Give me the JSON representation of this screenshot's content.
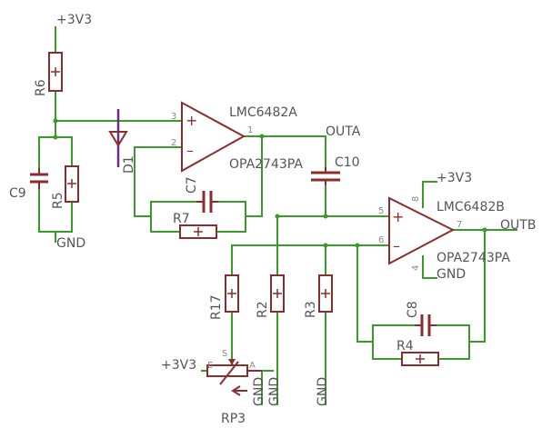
{
  "labels": {
    "vcc_top": "+3V3",
    "r6": "R6",
    "r5": "R5",
    "c9": "C9",
    "gnd_left": "GND",
    "d1": "D1",
    "opa_a_part": "LMC6482A",
    "opa_a_value": "OPA2743PA",
    "outa": "OUTA",
    "c7": "C7",
    "r7": "R7",
    "c10": "C10",
    "vcc_right": "+3V3",
    "opa_b_part": "LMC6482B",
    "opa_b_value": "OPA2743PA",
    "outb": "OUTB",
    "gnd_opb": "GND",
    "r17": "R17",
    "r2": "R2",
    "r3": "R3",
    "c8": "C8",
    "r4": "R4",
    "vcc_rp3": "+3V3",
    "rp3_s": "S",
    "rp3_e": "E",
    "rp3_a": "A",
    "rp3": "RP3",
    "gnd_rp3": "GND",
    "gnd_r2": "GND",
    "gnd_r3": "GND"
  },
  "pins": {
    "a_plus": "3",
    "a_minus": "2",
    "a_out": "1",
    "b_plus": "5",
    "b_minus": "6",
    "b_out": "7",
    "b_vcc": "8",
    "b_gnd": "4"
  },
  "colors": {
    "wire": "#3a9a2a",
    "symbol": "#8b2d2d",
    "label": "#555555",
    "diode": "#6a2a8a"
  }
}
